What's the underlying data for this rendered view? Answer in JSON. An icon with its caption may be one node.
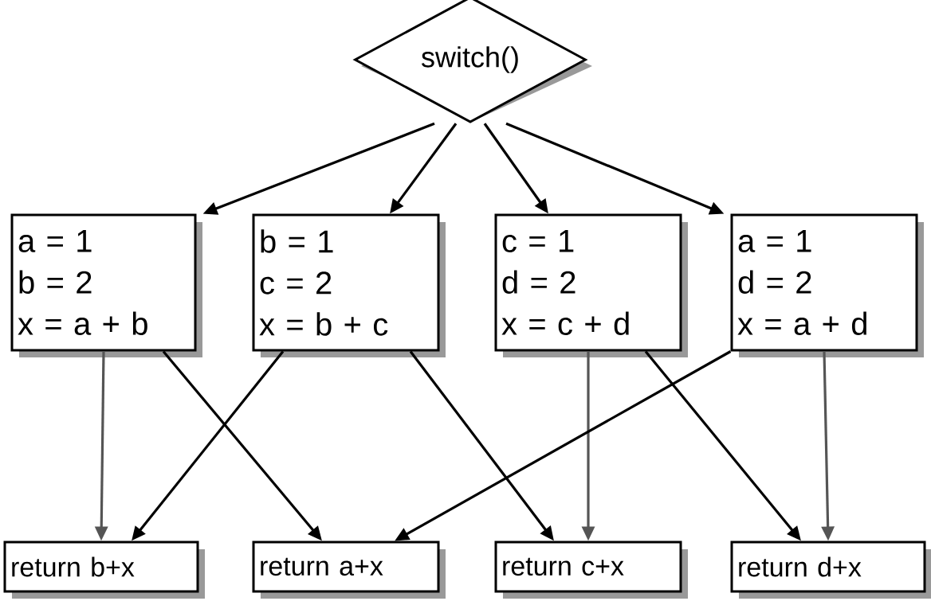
{
  "diagram": {
    "nodes": [
      {
        "text": [
          "switch()"
        ]
      },
      {
        "text": [
          "a = 1",
          "b = 2",
          "x = a + b"
        ]
      },
      {
        "text": [
          "b = 1",
          "c = 2",
          "x = b + c"
        ]
      },
      {
        "text": [
          "c = 1",
          "d = 2",
          "x = c + d"
        ]
      },
      {
        "text": [
          "a = 1",
          "d = 2",
          "x = a + d"
        ]
      },
      {
        "text": [
          "return b+x"
        ]
      },
      {
        "text": [
          "return a+x"
        ]
      },
      {
        "text": [
          "return c+x"
        ]
      },
      {
        "text": [
          "return d+x"
        ]
      }
    ],
    "edges": [
      {
        "from": 0,
        "to": 1,
        "arrow": "to"
      },
      {
        "from": 0,
        "to": 2,
        "arrow": "to"
      },
      {
        "from": 0,
        "to": 3,
        "arrow": "to"
      },
      {
        "from": 0,
        "to": 4,
        "arrow": "to"
      },
      {
        "from": 1,
        "to": 5,
        "arrow": "to",
        "color": "#555555"
      },
      {
        "from": 1,
        "to": 6,
        "arrow": "to"
      },
      {
        "from": 2,
        "to": 5,
        "arrow": "to"
      },
      {
        "from": 2,
        "to": 7,
        "arrow": "to"
      },
      {
        "from": 3,
        "to": 7,
        "arrow": "to",
        "color": "#555555"
      },
      {
        "from": 3,
        "to": 8,
        "arrow": "to"
      },
      {
        "from": 4,
        "to": 6,
        "arrow": "to"
      },
      {
        "from": 4,
        "to": 8,
        "arrow": "to",
        "color": "#555555"
      }
    ]
  }
}
